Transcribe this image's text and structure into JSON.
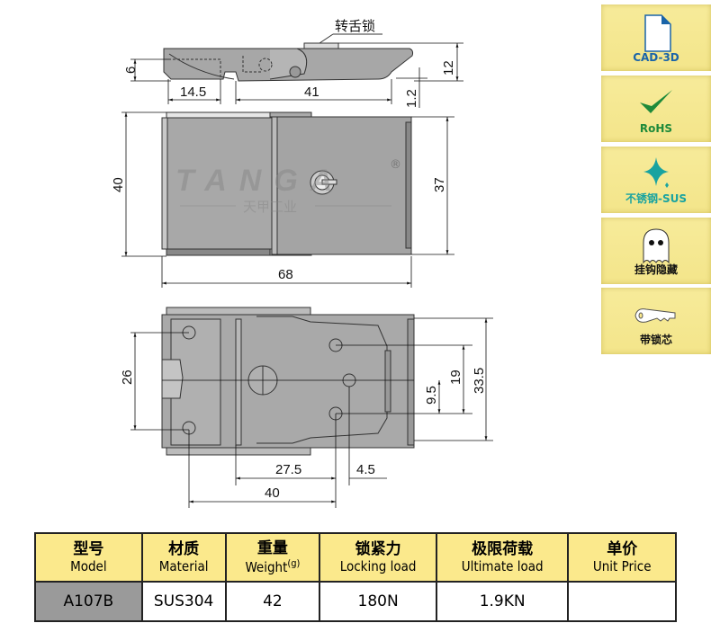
{
  "drawing": {
    "tongue_label": "转舌锁",
    "watermark_brand": "TANGA",
    "watermark_cn": "天甲工业",
    "registered": "®",
    "side_view_dims": {
      "height_left": "6",
      "offset": "14.5",
      "length": "41",
      "height": "12",
      "thickness": "1.2"
    },
    "top_view_dims": {
      "height": "40",
      "plate_height": "37",
      "width": "68"
    },
    "bottom_view_dims": {
      "hole_spacing_left": "26",
      "hole_spacing_right": "19",
      "half_spacing": "9.5",
      "inner_height": "33.5",
      "dist_a": "27.5",
      "dist_b": "4.5",
      "dist_c": "40"
    }
  },
  "badges": [
    {
      "label": "CAD-3D",
      "icon": "document-icon",
      "color": "#1a64a8"
    },
    {
      "label": "RoHS",
      "icon": "checkmark-icon",
      "color": "#1e8a3a"
    },
    {
      "label": "不锈钢-SUS",
      "icon": "sparkle-icon",
      "color": "#19a3a0"
    },
    {
      "label": "挂钩隐藏",
      "icon": "ghost-icon",
      "color": "#111111"
    },
    {
      "label": "带锁芯",
      "icon": "key-icon",
      "color": "#111111"
    }
  ],
  "table": {
    "headers": [
      {
        "cn": "型号",
        "en": "Model"
      },
      {
        "cn": "材质",
        "en": "Material"
      },
      {
        "cn": "重量",
        "en": "Weight",
        "unit": "(g)"
      },
      {
        "cn": "锁紧力",
        "en": "Locking load"
      },
      {
        "cn": "极限荷载",
        "en": "Ultimate load"
      },
      {
        "cn": "单价",
        "en": "Unit Price"
      }
    ],
    "row": {
      "model": "A107B",
      "material": "SUS304",
      "weight": "42",
      "locking_load": "180N",
      "ultimate_load": "1.9KN",
      "unit_price": ""
    }
  }
}
